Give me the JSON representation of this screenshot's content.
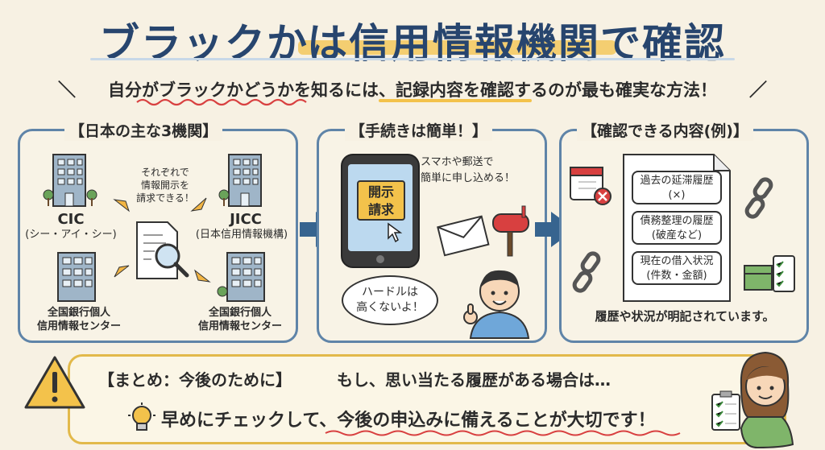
{
  "title": "ブラックかは信用情報機関で確認",
  "subtitle": "自分がブラックかどうかを知るには、記録内容を確認するのが最も確実な方法！",
  "panels": {
    "agencies": {
      "heading": "【日本の主な3機関】",
      "center_note": "それぞれで\n情報開示を\n請求できる！",
      "cic_name": "CIC",
      "cic_reading": "(シー・アイ・シー)",
      "jicc_name": "JICC",
      "jicc_full": "(日本信用情報機構)",
      "kb_left": "全国銀行個人\n信用情報センター",
      "kb_right": "全国銀行個人\n信用情報センター"
    },
    "procedure": {
      "heading": "【手続きは簡単！】",
      "phone_label": "開示\n請求",
      "method_note": "スマホや郵送で\n簡単に申し込める！",
      "speech": "ハードルは\n高くないよ！"
    },
    "contents": {
      "heading": "【確認できる内容(例)】",
      "items": [
        "過去の延滞履歴\n(×)",
        "債務整理の履歴\n(破産など)",
        "現在の借入状況\n(件数・金額)"
      ],
      "footer": "履歴や状況が明記されています。"
    }
  },
  "summary": {
    "label": "【まとめ：今後のために】",
    "line1": "もし、思い当たる履歴がある場合は…",
    "line2": "早めにチェックして、今後の申込みに備えることが大切です！"
  },
  "colors": {
    "navy": "#27456e",
    "panel_border": "#5f84a8",
    "accent_yellow": "#f3c24b",
    "accent_red": "#d84040",
    "summary_border": "#e2b94a"
  }
}
